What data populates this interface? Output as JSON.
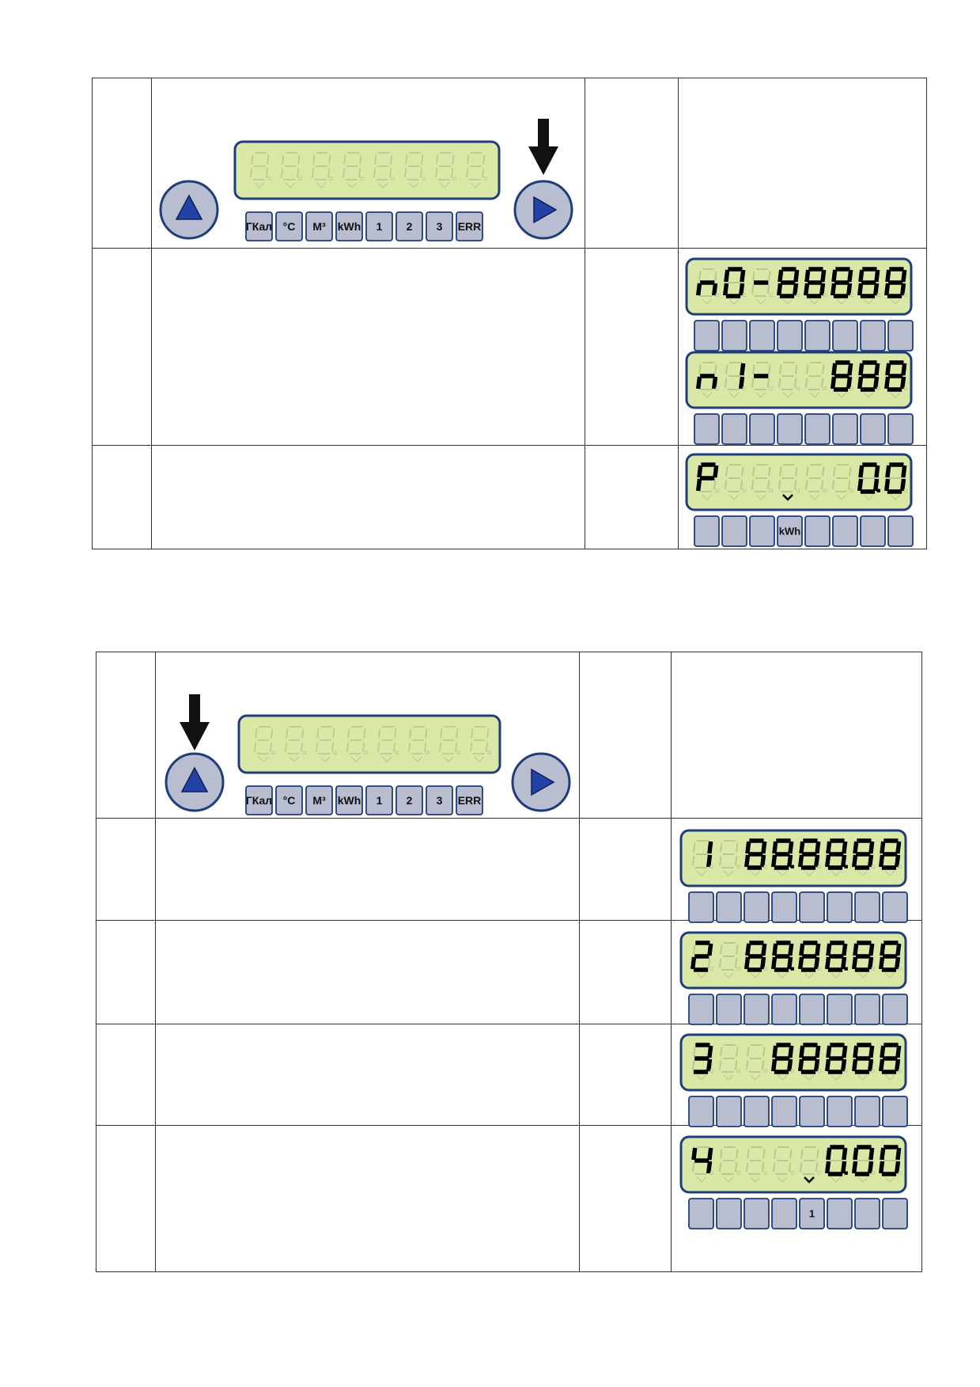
{
  "colors": {
    "lcd_bg": "#d9e7a7",
    "lcd_border": "#1f3d7a",
    "seg_off": "#b9c88c",
    "seg_on": "#000000",
    "key_bg": "#b8bdcf",
    "key_border": "#1f3d7a",
    "button_fill": "#b8bdcf",
    "button_arrow": "#2242a8",
    "table_line": "#333333"
  },
  "panel_top": {
    "annunciators": [
      "ГКал",
      "°C",
      "M³",
      "kWh",
      "1",
      "2",
      "3",
      "ERR"
    ],
    "pressed_button": "right",
    "up_button_icon": "triangle-up-icon",
    "right_button_icon": "triangle-right-icon",
    "press_indicator_icon": "arrow-down-icon"
  },
  "panel_bottom": {
    "annunciators": [
      "ГКал",
      "°C",
      "M³",
      "kWh",
      "1",
      "2",
      "3",
      "ERR"
    ],
    "pressed_button": "up",
    "up_button_icon": "triangle-up-icon",
    "right_button_icon": "triangle-right-icon",
    "press_indicator_icon": "arrow-down-icon"
  },
  "displays": [
    {
      "id": "n0",
      "digits": [
        "n",
        "0",
        "-",
        "8",
        "8",
        "8",
        "8",
        "8"
      ],
      "dots": [],
      "pointer": null,
      "keys": [
        "",
        "",
        "",
        "",
        "",
        "",
        "",
        ""
      ]
    },
    {
      "id": "n1",
      "digits": [
        "n",
        "1",
        "-",
        "",
        "",
        "8",
        "8",
        "8"
      ],
      "dots": [],
      "pointer": null,
      "keys": [
        "",
        "",
        "",
        "",
        "",
        "",
        "",
        ""
      ]
    },
    {
      "id": "P",
      "digits": [
        "P",
        "",
        "",
        "",
        "",
        "",
        "0",
        "0"
      ],
      "dots": [
        6
      ],
      "pointer": 3,
      "keys": [
        "",
        "",
        "",
        "kWh",
        "",
        "",
        "",
        ""
      ]
    },
    {
      "id": "1",
      "digits": [
        "1",
        "",
        "8",
        "8",
        "8",
        "8",
        "8",
        "8"
      ],
      "dots": [
        3,
        5
      ],
      "pointer": null,
      "keys": [
        "",
        "",
        "",
        "",
        "",
        "",
        "",
        ""
      ]
    },
    {
      "id": "2",
      "digits": [
        "2",
        "",
        "8",
        "8",
        "8",
        "8",
        "8",
        "8"
      ],
      "dots": [
        3,
        5
      ],
      "pointer": null,
      "keys": [
        "",
        "",
        "",
        "",
        "",
        "",
        "",
        ""
      ]
    },
    {
      "id": "3",
      "digits": [
        "3",
        "",
        "",
        "8",
        "8",
        "8",
        "8",
        "8"
      ],
      "dots": [],
      "pointer": null,
      "keys": [
        "",
        "",
        "",
        "",
        "",
        "",
        "",
        ""
      ]
    },
    {
      "id": "4",
      "digits": [
        "4",
        "",
        "",
        "",
        "",
        "0",
        "0",
        "0"
      ],
      "dots": [
        5
      ],
      "pointer": 4,
      "keys": [
        "",
        "",
        "",
        "",
        "1",
        "",
        "",
        ""
      ]
    }
  ]
}
